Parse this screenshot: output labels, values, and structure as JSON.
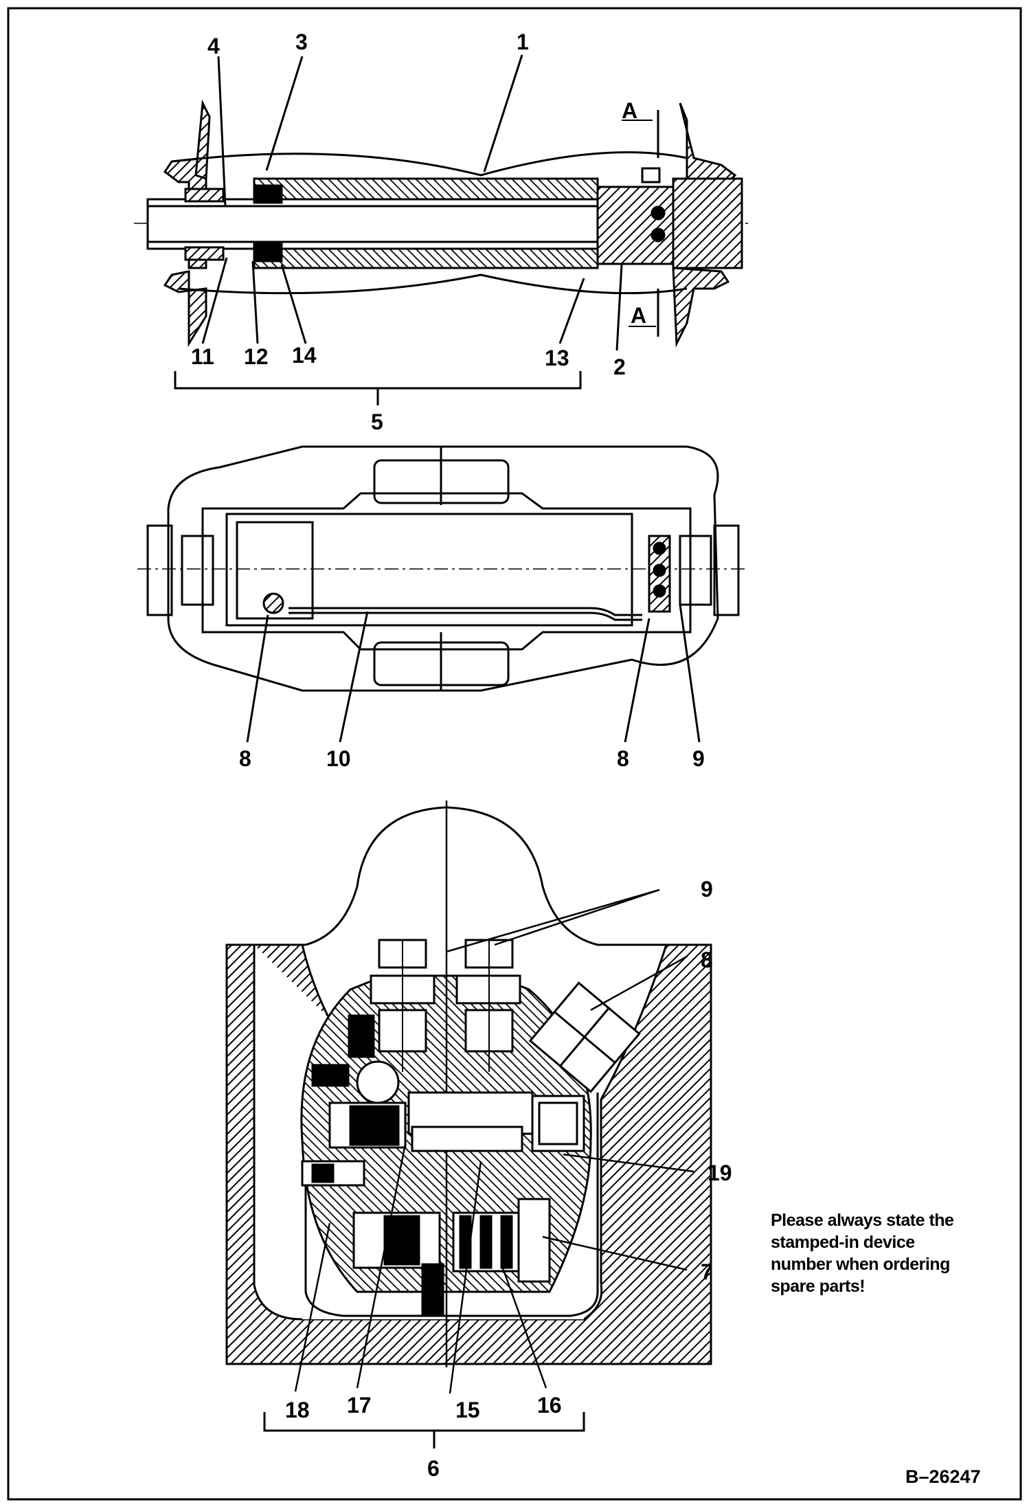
{
  "labels": {
    "top": [
      "4",
      "3",
      "1",
      "11",
      "12",
      "14",
      "13",
      "2",
      "5"
    ],
    "middle": [
      "8",
      "10",
      "8",
      "9"
    ],
    "bottom": [
      "9",
      "8",
      "19",
      "7",
      "18",
      "17",
      "15",
      "16",
      "6"
    ]
  },
  "dimensions": {
    "a_top": "A",
    "a_bottom": "A"
  },
  "note": "Please always state the stamped-in device number when ordering spare parts!",
  "reference": "B–26247"
}
